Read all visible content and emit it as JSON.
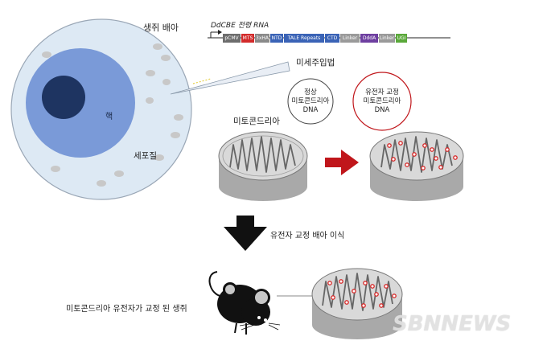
{
  "cell": {
    "title": "생쥐 배아",
    "nucleus_label": "핵",
    "cytoplasm_label": "세포질"
  },
  "construct": {
    "title": "DdCBE 전령 RNA",
    "segments": [
      {
        "label": "pCMV",
        "color": "#6d6d6d"
      },
      {
        "label": "MTS",
        "color": "#d22a2a"
      },
      {
        "label": "3xHA",
        "color": "#8a8a8a"
      },
      {
        "label": "NTD",
        "color": "#3a63b6"
      },
      {
        "label": "TALE Repeats",
        "color": "#3a63b6"
      },
      {
        "label": "CTD",
        "color": "#3a63b6"
      },
      {
        "label": "Linker",
        "color": "#9a9a9a"
      },
      {
        "label": "DddA",
        "color": "#6e3fa0"
      },
      {
        "label": "Linker",
        "color": "#9a9a9a"
      },
      {
        "label": "UGI",
        "color": "#5aa83a"
      }
    ]
  },
  "microinjection_label": "미세주입법",
  "normal_dna": {
    "line1": "정상",
    "line2": "미토콘드리아",
    "line3": "DNA"
  },
  "edited_dna": {
    "line1": "유전자 교정",
    "line2": "미토콘드리아",
    "line3": "DNA"
  },
  "mitochondria_label": "미토콘드리아",
  "transfer_label": "유전자 교정 배아 이식",
  "mouse_label": "미토콘드리아 유전자가 교정 된 생쥐",
  "watermark": "SBNNEWS",
  "colors": {
    "cell_fill": "#dde9f4",
    "nucleus": "#7a9ad8",
    "nucleolus": "#1e3461",
    "arrow_red": "#c0161b",
    "mito_fill": "#d9d9d9",
    "dot_red": "#d62828"
  }
}
